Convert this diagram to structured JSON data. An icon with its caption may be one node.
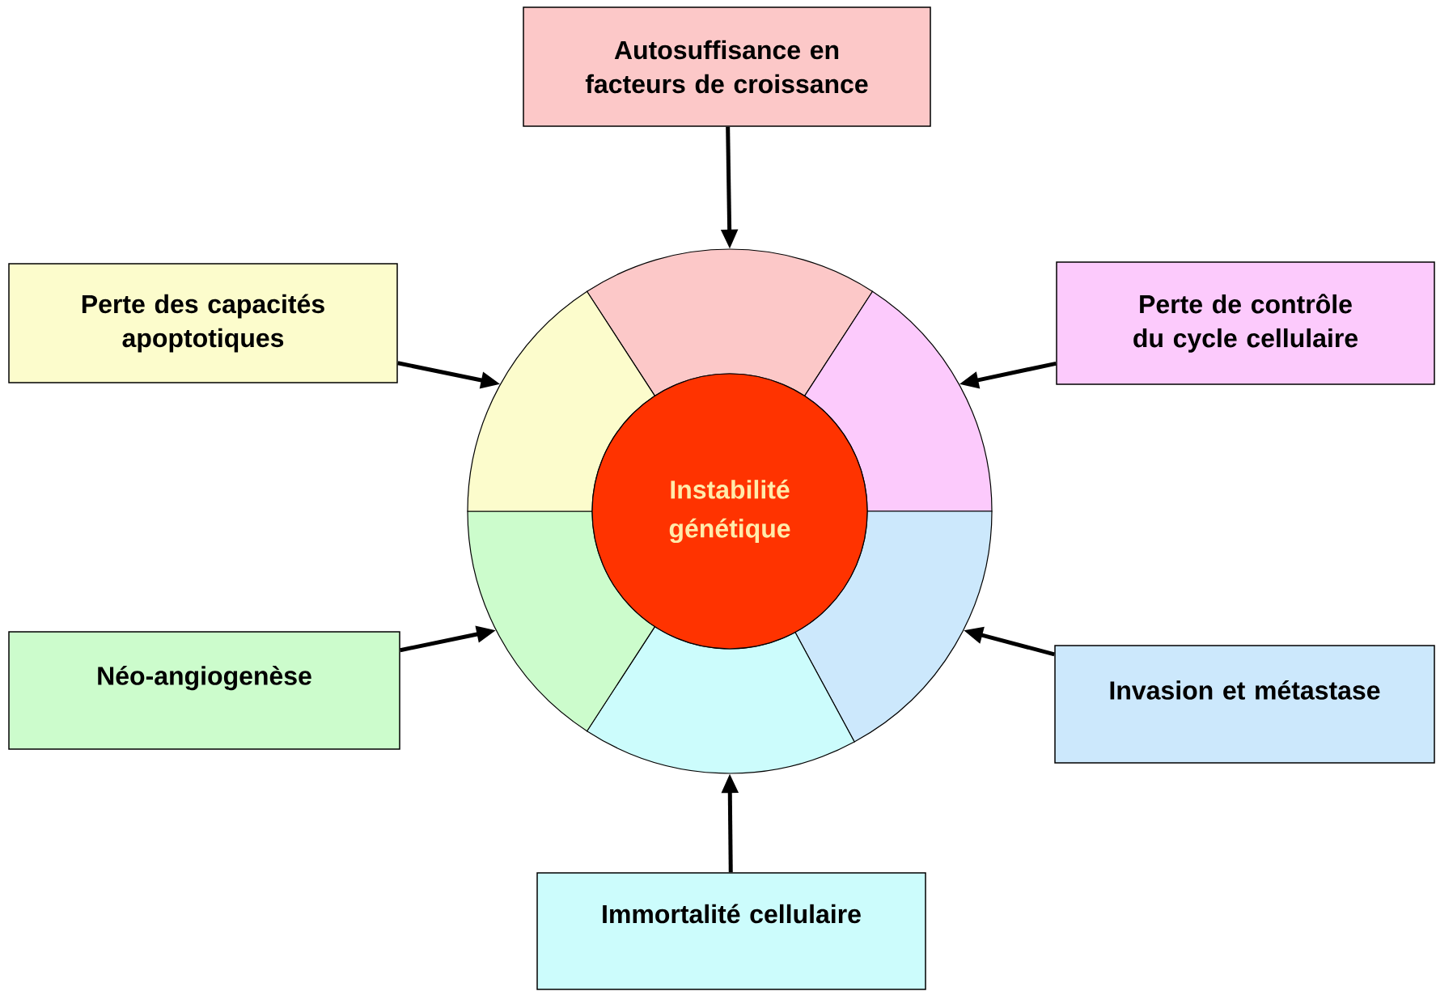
{
  "diagram": {
    "nodes": [
      {
        "text": [
          "Autosuffisance en facteurs de croissance"
        ]
      },
      {
        "text": [
          "Perte des capacités apoptotiques"
        ]
      },
      {
        "text": [
          "Perte de contrôle du cycle cellulaire"
        ]
      },
      {
        "text": [
          "Néo-angiogenèse"
        ]
      },
      {
        "text": [
          "Invasion et métastase"
        ]
      },
      {
        "text": [
          "Immortalité cellulaire"
        ]
      },
      {
        "text": [],
        "shape": "sector"
      },
      {
        "text": [],
        "shape": "sector"
      },
      {
        "text": [],
        "shape": "sector"
      },
      {
        "text": [],
        "shape": "sector"
      },
      {
        "text": [],
        "shape": "sector"
      },
      {
        "text": [],
        "shape": "sector"
      },
      {
        "text": [
          "Instabilité génétique"
        ]
      }
    ],
    "edges": [
      {
        "from": 0,
        "to": 6,
        "arrow": "to"
      },
      {
        "from": 1,
        "to": 11,
        "arrow": "to"
      },
      {
        "from": 2,
        "to": 7,
        "arrow": "to"
      },
      {
        "from": 3,
        "to": 10,
        "arrow": "to"
      },
      {
        "from": 4,
        "to": 8,
        "arrow": "to"
      },
      {
        "from": 5,
        "to": 9,
        "arrow": "to"
      }
    ]
  }
}
